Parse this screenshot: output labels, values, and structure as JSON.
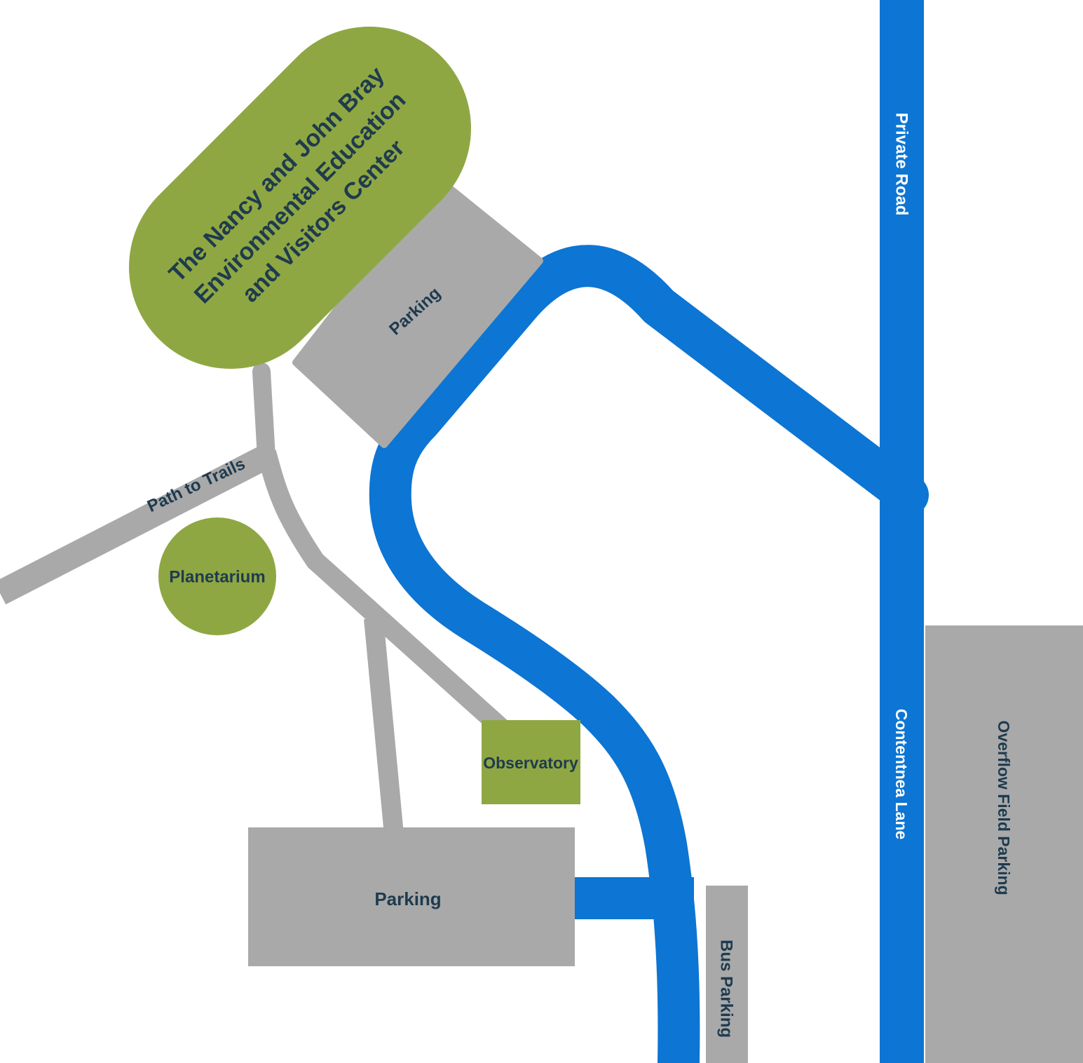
{
  "colors": {
    "road_blue": "#0d75d3",
    "area_gray": "#a9a9a9",
    "building_green": "#8fa742",
    "text_navy": "#1e3b4e",
    "text_white": "#ffffff"
  },
  "visitor_center": {
    "line1": "The Nancy and John Bray",
    "line2": "Environmental Education",
    "line3": "and Visitors Center"
  },
  "buildings": {
    "planetarium": {
      "label": "Planetarium"
    },
    "observatory": {
      "label": "Observatory"
    }
  },
  "areas": {
    "upper_parking": {
      "label": "Parking"
    },
    "lower_parking": {
      "label": "Parking"
    },
    "bus_parking": {
      "label": "Bus Parking"
    },
    "overflow_parking": {
      "label": "Overflow Field Parking"
    }
  },
  "roads": {
    "private_road": {
      "label": "Private Road"
    },
    "contentnea_lane": {
      "label": "Contentnea Lane"
    }
  },
  "trails": {
    "path_to_trails": {
      "label": "Path to Trails"
    }
  }
}
